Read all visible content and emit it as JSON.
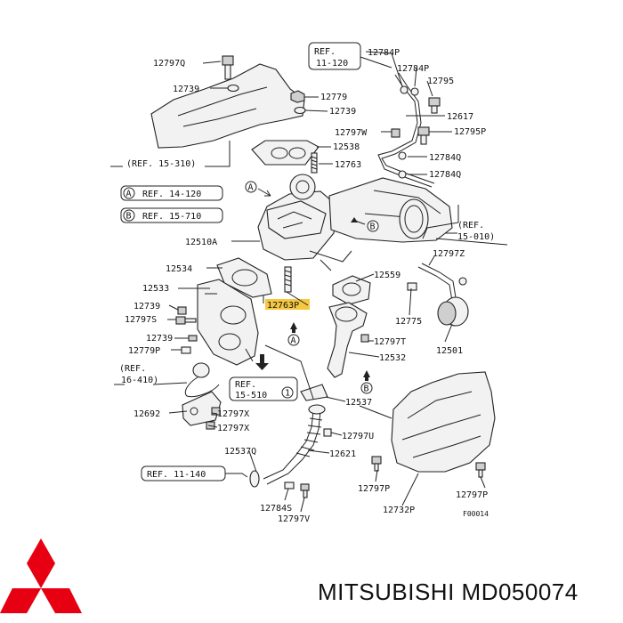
{
  "diagram": {
    "figure_code": "F00014",
    "refs": {
      "r11_120": [
        "REF.",
        "11-120"
      ],
      "r15_310": "(REF. 15-310)",
      "r14_120": "REF. 14-120",
      "r15_710": "REF. 15-710",
      "r15_010": [
        "(REF.",
        "15-010)"
      ],
      "r16_410": [
        "(REF.",
        "16-410)"
      ],
      "r15_510": [
        "REF.",
        "15-510"
      ],
      "r11_140": "REF. 11-140",
      "markA": "A",
      "markB": "B",
      "mark1": "1"
    },
    "labels": {
      "p12797Q": "12797Q",
      "p12739a": "12739",
      "p12779": "12779",
      "p12739b": "12739",
      "p12797W": "12797W",
      "p12538": "12538",
      "p12763": "12763",
      "p12784Pa": "12784P",
      "p12784Pb": "12784P",
      "p12795": "12795",
      "p12617": "12617",
      "p12795P": "12795P",
      "p12784Qa": "12784Q",
      "p12784Qb": "12784Q",
      "p12510A": "12510A",
      "p12534": "12534",
      "p12533": "12533",
      "p12763P": "12763P",
      "p12739c": "12739",
      "p12797S": "12797S",
      "p12739d": "12739",
      "p12779P": "12779P",
      "p12559": "12559",
      "p12797Z": "12797Z",
      "p12775": "12775",
      "p12797T": "12797T",
      "p12532": "12532",
      "p12501": "12501",
      "p12537": "12537",
      "p12692": "12692",
      "p12797Xa": "12797X",
      "p12797Xb": "12797X",
      "p12797U": "12797U",
      "p12621": "12621",
      "p12537Q": "12537Q",
      "p12797Pa": "12797P",
      "p12797Pb": "12797P",
      "p12732P": "12732P",
      "p12784S": "12784S",
      "p12797V": "12797V"
    },
    "highlight_color": "#f5c842"
  },
  "brand": {
    "name": "MITSUBISHI",
    "part_number": "MD050074",
    "logo_color": "#e60012"
  }
}
